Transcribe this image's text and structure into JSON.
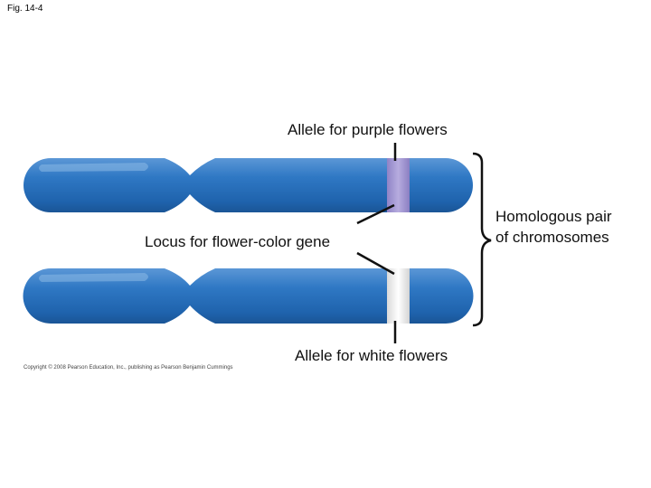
{
  "figure_label": "Fig. 14-4",
  "labels": {
    "allele_purple": "Allele for purple flowers",
    "locus": "Locus for flower-color gene",
    "allele_white": "Allele for white flowers",
    "homologous_pair": "Homologous pair of chromosomes"
  },
  "copyright": "Copyright © 2008 Pearson Education, Inc., publishing as Pearson Benjamin Cummings",
  "colors": {
    "chromosome": "#2e74c0",
    "chromosome_dark": "#1b5799",
    "chromosome_highlight": "#6fa6dd",
    "allele_purple": "#a79bd4",
    "allele_white": "#f2f2f2",
    "line": "#111111"
  }
}
